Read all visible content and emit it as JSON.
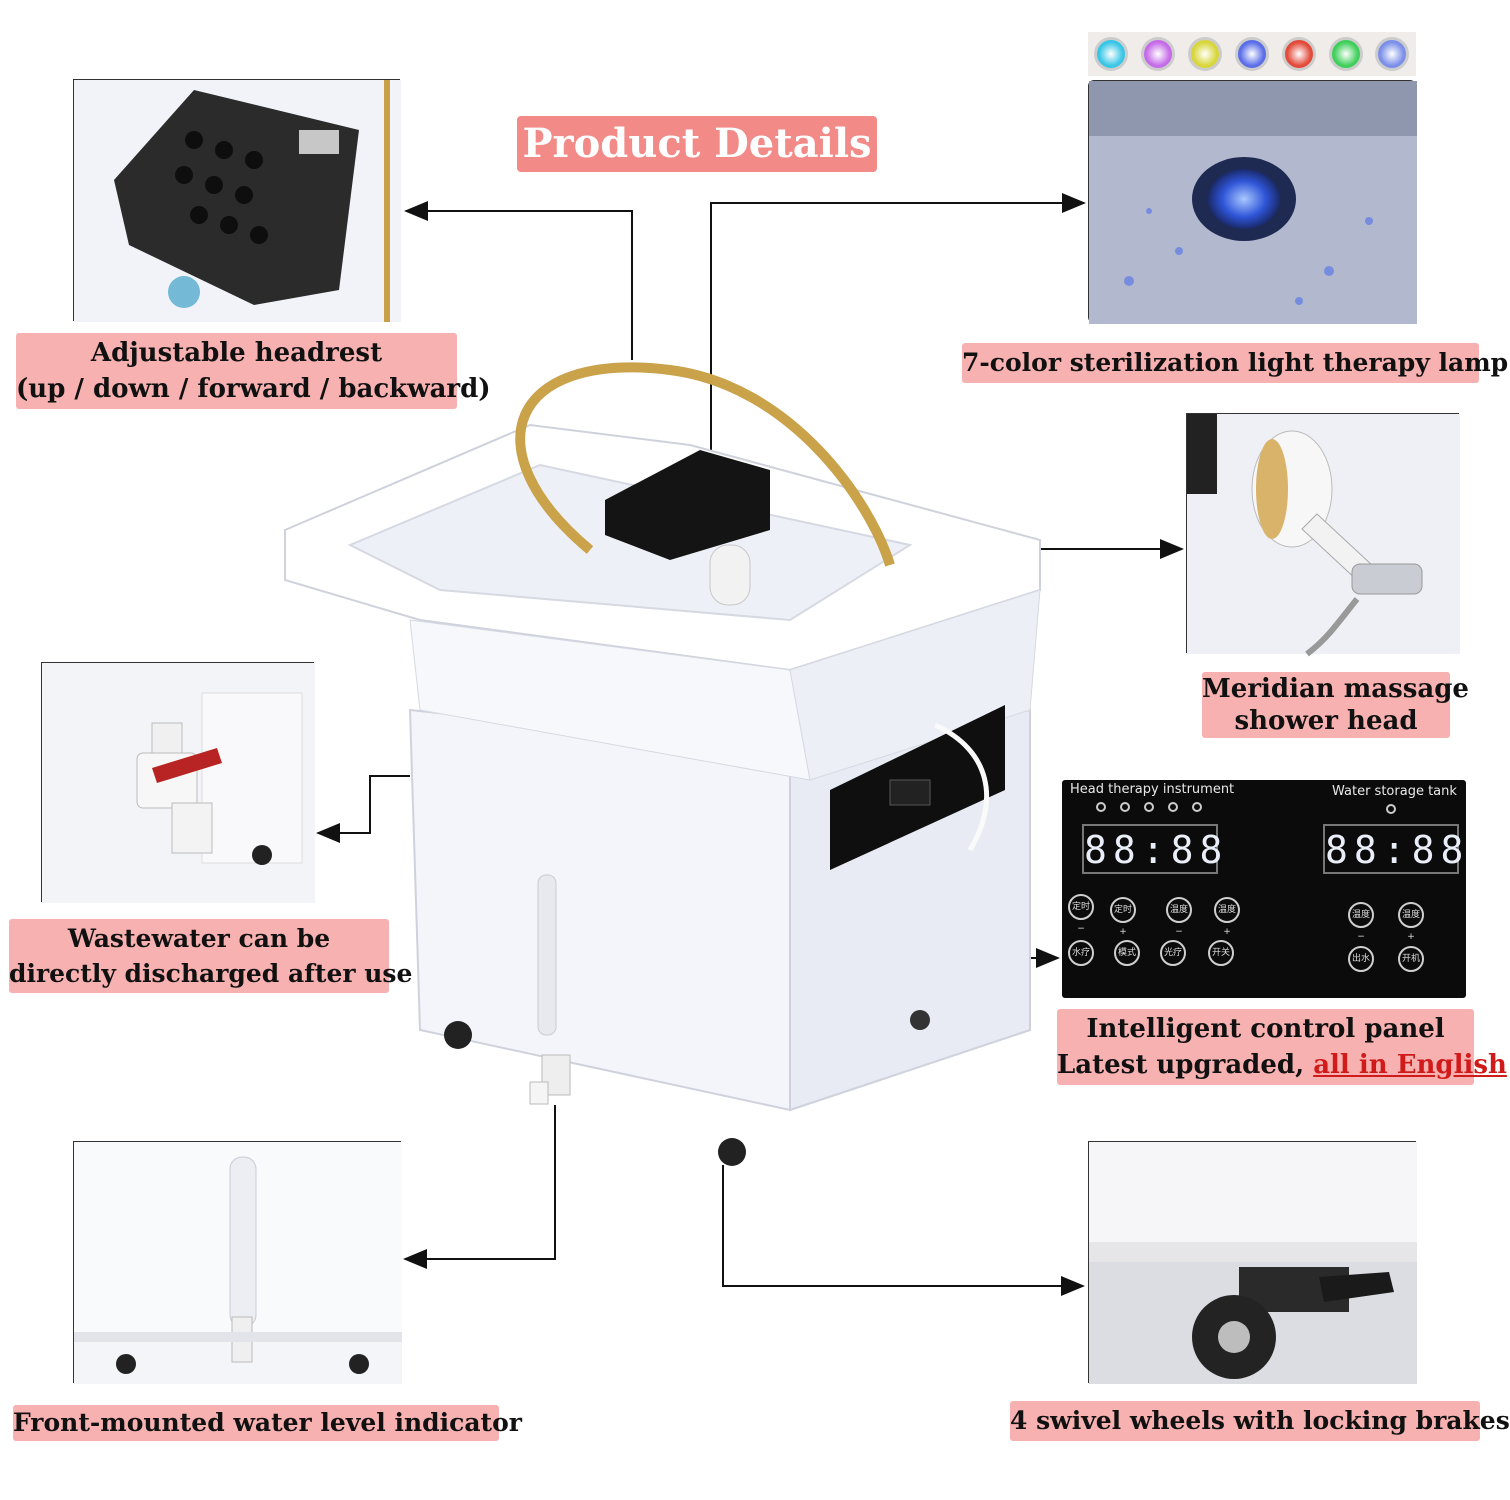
{
  "title": "Product Details",
  "features": {
    "headrest": {
      "line1": "Adjustable headrest",
      "line2": "(up / down / forward / backward)"
    },
    "lamp": {
      "label": "7-color sterilization light therapy lamp"
    },
    "shower": {
      "line1": "Meridian massage",
      "line2": "shower head"
    },
    "drain": {
      "line1": "Wastewater can be",
      "line2": "directly discharged after use"
    },
    "panel": {
      "line1": "Intelligent control panel",
      "line2_prefix": "Latest upgraded, ",
      "line2_link": "all in English",
      "left_title": "Head therapy instrument",
      "right_title": "Water storage tank",
      "left_digits": "88:88",
      "right_digits": "88:88",
      "buttons_left_row1": [
        "定时−",
        "定时+",
        "温度−",
        "温度+"
      ],
      "buttons_left_row2": [
        "水疗",
        "模式",
        "光疗",
        "开关"
      ],
      "buttons_right_row1": [
        "温度−",
        "温度+"
      ],
      "buttons_right_row2": [
        "出水",
        "开机"
      ]
    },
    "level": {
      "label": "Front-mounted water level indicator"
    },
    "wheels": {
      "label": "4 swivel wheels with locking brakes"
    }
  },
  "colors": {
    "title_bg": "#f28a87",
    "label_bg": "#f7b1b1",
    "link": "#d11a1a",
    "lamp_colors": [
      "#39c6e6",
      "#c56be8",
      "#d8d63a",
      "#5b6ee8",
      "#e24a3a",
      "#3fcf5a",
      "#7b8fe8"
    ]
  }
}
